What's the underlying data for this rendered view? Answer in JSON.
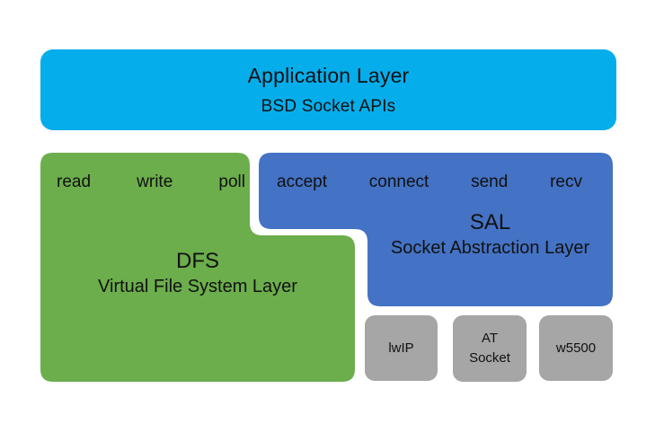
{
  "diagram": {
    "application_layer": {
      "title": "Application Layer",
      "subtitle": "BSD Socket APIs",
      "color": "#06ADEB"
    },
    "dfs_layer": {
      "abbr": "DFS",
      "full_name": "Virtual File System Layer",
      "color": "#6CAD4C",
      "apis": [
        {
          "label": "read"
        },
        {
          "label": "write"
        },
        {
          "label": "poll"
        }
      ]
    },
    "sal_layer": {
      "abbr": "SAL",
      "full_name": "Socket Abstraction Layer",
      "color": "#4472C4",
      "apis": [
        {
          "label": "accept"
        },
        {
          "label": "connect"
        },
        {
          "label": "send"
        },
        {
          "label": "recv"
        }
      ]
    },
    "backends": {
      "color": "#A6A6A6",
      "items": [
        {
          "line1": "lwIP",
          "line2": ""
        },
        {
          "line1": "AT",
          "line2": "Socket"
        },
        {
          "line1": "w5500",
          "line2": ""
        }
      ]
    }
  }
}
